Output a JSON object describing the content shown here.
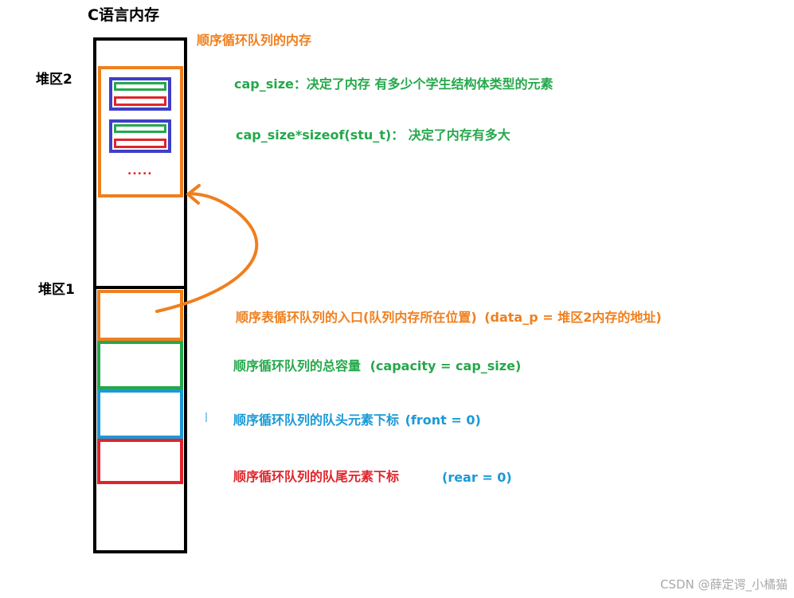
{
  "title": "C语言内存",
  "queue_label": "顺序循环队列的内存",
  "heap2_label": "堆区2",
  "heap1_label": "堆区1",
  "ellipsis": ".....",
  "notes": {
    "cap_size": "cap_size：决定了内存 有多少个学生结构体类型的元素",
    "cap_size_bytes": "cap_size*sizeof(stu_t)：  决定了内存有多大",
    "entry": "顺序表循环队列的入口(队列内存所在位置)",
    "entry_value": "(data_p = 堆区2内存的地址)",
    "capacity": "顺序循环队列的总容量",
    "capacity_value": "(capacity = cap_size)",
    "front": "顺序循环队列的队头元素下标",
    "front_value": "(front = 0)",
    "rear": "顺序循环队列的队尾元素下标",
    "rear_value": "(rear = 0)"
  },
  "watermark": "CSDN @薛定谔_小橘猫",
  "colors": {
    "orange": "#f07f1d",
    "green": "#25a84b",
    "blue": "#1a9ad7",
    "red": "#e0242b",
    "struct_border": "#3f3fc8"
  }
}
